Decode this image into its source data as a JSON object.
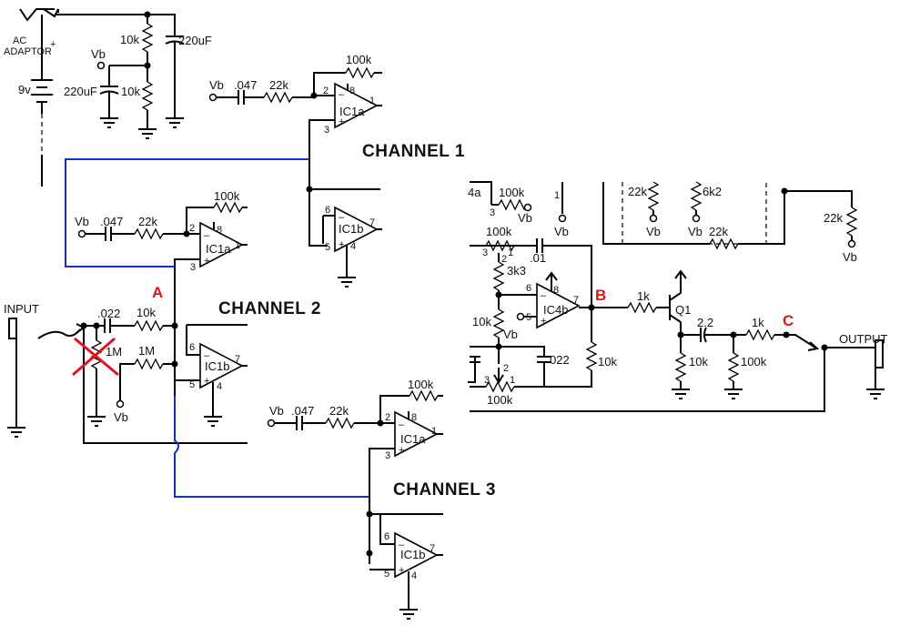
{
  "power": {
    "ac_adaptor": "AC\nADAPTOR",
    "battery": "9v",
    "r_top": "10k",
    "r_bottom": "10k",
    "c_main": "220uF",
    "c_vb": "220uF",
    "vb": "Vb",
    "plus": "+"
  },
  "input": {
    "label": "INPUT",
    "cap": ".022",
    "r_series": "10k",
    "r_bias": "1M",
    "r_feed": "1M",
    "r_struck": "1M",
    "vb": "Vb"
  },
  "channel1": {
    "title": "CHANNEL 1",
    "vb": "Vb",
    "cap": ".047",
    "r_in": "22k",
    "r_fb": "100k",
    "ic_a": "IC1a",
    "ic_b": "IC1b",
    "pins": {
      "a2": "2",
      "a8": "8",
      "a3": "3",
      "a1": "1",
      "b6": "6",
      "b5": "5",
      "b7": "7",
      "b4": "4"
    }
  },
  "channel2": {
    "title": "CHANNEL 2",
    "vb": "Vb",
    "cap": ".047",
    "r_in": "22k",
    "r_fb": "100k",
    "ic_a": "IC1a",
    "ic_b": "IC1b",
    "pins": {
      "a2": "2",
      "a8": "8",
      "a3": "3",
      "a1": "1",
      "b6": "6",
      "b5": "5",
      "b7": "7",
      "b4": "4"
    }
  },
  "channel3": {
    "title": "CHANNEL 3",
    "vb": "Vb",
    "cap": ".047",
    "r_in": "22k",
    "r_fb": "100k",
    "ic_a": "IC1a",
    "ic_b": "IC1b",
    "pins": {
      "a2": "2",
      "a8": "8",
      "a3": "3",
      "a1": "1",
      "b6": "6",
      "b5": "5",
      "b7": "7",
      "b4": "4"
    }
  },
  "points": {
    "a": "A",
    "b": "B",
    "c": "C"
  },
  "output_stage": {
    "ic4a": "4a",
    "r100k_top": "100k",
    "vb": "Vb",
    "pot_top": "100k",
    "pot_bottom": "100k",
    "r3k3": "3k3",
    "c01": ".01",
    "c022": "022",
    "r10k_bias": "10k",
    "ic4b": "IC4b",
    "r10k_out": "10k",
    "r1k_base": "1k",
    "q1": "Q1",
    "c22": "2.2",
    "r1k_out": "1k",
    "r10k_em": "10k",
    "r100k_out": "100k",
    "r22k_a": "22k",
    "r6k2": "6k2",
    "r22k_b": "22k",
    "r22k_right": "22k",
    "output": "OUTPUT",
    "pin_nums": {
      "p3": "3",
      "p2": "2",
      "p1": "1",
      "p6": "6",
      "p8": "8",
      "p5": "5",
      "p7": "7",
      "p1b": "1"
    }
  }
}
